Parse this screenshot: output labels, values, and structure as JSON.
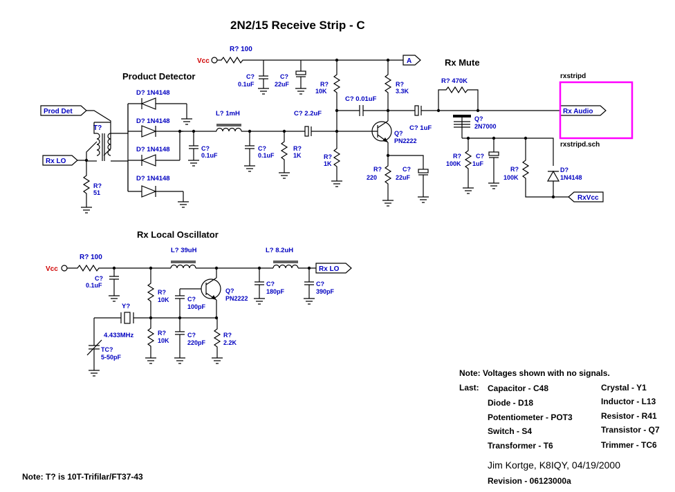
{
  "title": "2N2/15 Receive Strip - C",
  "sections": {
    "product_detector": "Product Detector",
    "rx_mute": "Rx Mute",
    "rx_local_oscillator": "Rx Local Oscillator"
  },
  "ports": {
    "vcc": "Vcc",
    "prod_det": "Prod Det",
    "rx_lo": "Rx LO",
    "a": "A",
    "rx_audio": "Rx Audio",
    "rx_vcc": "RxVcc",
    "rx_lo_out": "Rx LO"
  },
  "sheet": {
    "name": "rxstripd",
    "file": "rxstripd.sch"
  },
  "components": {
    "r100_top": [
      "R?  100"
    ],
    "c01_top": [
      "C?",
      "0.1uF"
    ],
    "c22_top": [
      "C?",
      "22uF"
    ],
    "d1": [
      "D?  1N4148"
    ],
    "d2": [
      "D?  1N4148"
    ],
    "d3": [
      "D?  1N4148"
    ],
    "d4": [
      "D?  1N4148"
    ],
    "t1": [
      "T?"
    ],
    "r51": [
      "R?",
      "51"
    ],
    "c01_a": [
      "C?",
      "0.1uF"
    ],
    "l1mh": [
      "L?  1mH"
    ],
    "c01_b": [
      "C?",
      "0.1uF"
    ],
    "r1k_a": [
      "R?",
      "1K"
    ],
    "c22uf_mid": [
      "C?  2.2uF"
    ],
    "r10k": [
      "R?",
      "10K"
    ],
    "r1k_b": [
      "R?",
      "1K"
    ],
    "c001": [
      "C?  0.01uF"
    ],
    "r33k": [
      "R?",
      "3.3K"
    ],
    "q1": [
      "Q?",
      "PN2222"
    ],
    "r220": [
      "R?",
      "220"
    ],
    "c22uf_e": [
      "C?",
      "22uF"
    ],
    "r470k": [
      "R?  470K"
    ],
    "c1uf_a": [
      "C?  1uF"
    ],
    "q2": [
      "Q?",
      "2N7000"
    ],
    "r100k_a": [
      "R?",
      "100K"
    ],
    "c1uf_b": [
      "C?",
      "1uF"
    ],
    "r100k_b": [
      "R?",
      "100K"
    ],
    "d5": [
      "D?",
      "1N4148"
    ],
    "r100_lo": [
      "R?  100"
    ],
    "c01_lo": [
      "C?",
      "0.1uF"
    ],
    "l39": [
      "L?  39uH"
    ],
    "l82": [
      "L?  8.2uH"
    ],
    "r10k_lo1": [
      "R?",
      "10K"
    ],
    "c100p": [
      "C?",
      "100pF"
    ],
    "q3": [
      "Q?",
      "PN2222"
    ],
    "c180p": [
      "C?",
      "180pF"
    ],
    "c390p": [
      "C?",
      "390pF"
    ],
    "y1": [
      "Y?"
    ],
    "xtal_freq": [
      "4.433MHz"
    ],
    "r10k_lo2": [
      "R?",
      "10K"
    ],
    "c220p": [
      "C?",
      "220pF"
    ],
    "r22k": [
      "R?",
      "2.2K"
    ],
    "tc": [
      "TC?",
      "5-50pF"
    ]
  },
  "notes": {
    "voltages": "Note: Voltages shown with no signals.",
    "last_label": "Last:",
    "last_items": [
      "Capacitor - C48",
      "Diode - D18",
      "Potentiometer - POT3",
      "Switch - S4",
      "Transformer - T6"
    ],
    "last_items_right": [
      "Crystal - Y1",
      "Inductor - L13",
      "Resistor - R41",
      "Transistor - Q7",
      "Trimmer - TC6"
    ],
    "author": "Jim Kortge, K8IQY, 04/19/2000",
    "revision": "Revision - 06123000a",
    "transformer": "Note: T? is 10T-Trifilar/FT37-43"
  },
  "colors": {
    "wire": "#000000",
    "label_blue": "#0000c0",
    "vcc_red": "#d00000",
    "highlight": "#ff00ff"
  }
}
